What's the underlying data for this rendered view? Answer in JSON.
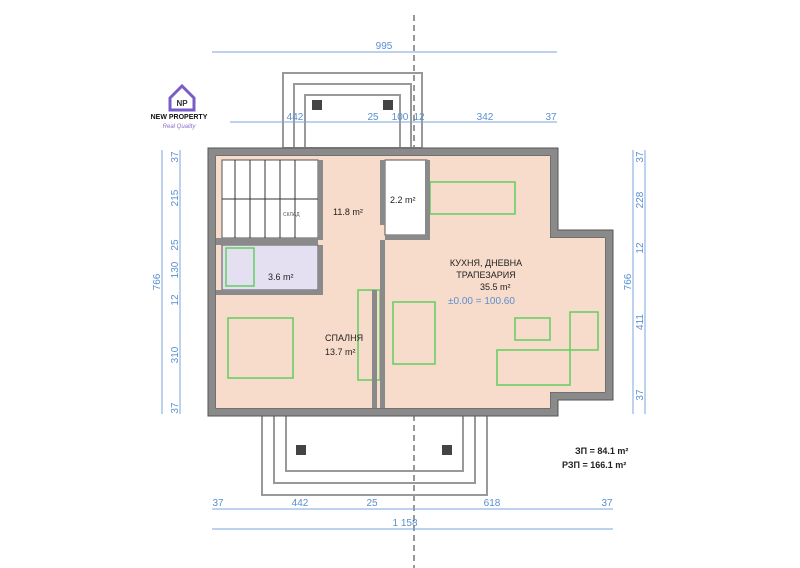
{
  "logo": {
    "name": "NEW PROPERTY",
    "tagline": "Real Quality",
    "mark": "NP",
    "color": "#7a5ec8"
  },
  "dimensions": {
    "top_total": "995",
    "top_segments": [
      "442",
      "25",
      "100",
      "12",
      "342",
      "37"
    ],
    "left_segments": [
      "37",
      "215",
      "25",
      "130",
      "12",
      "310",
      "37"
    ],
    "left_total": "766",
    "right_segments": [
      "37",
      "228",
      "12",
      "411",
      "37"
    ],
    "right_total": "766",
    "bottom_segments": [
      "37",
      "442",
      "25",
      "618",
      "37"
    ],
    "bottom_total": "1 158"
  },
  "rooms": {
    "hall": {
      "area": "11.8 m²"
    },
    "wc": {
      "area": "2.2 m²"
    },
    "bath": {
      "area": "3.6 m²"
    },
    "storage": {
      "name": "СКЛАД"
    },
    "bedroom": {
      "name": "СПАЛНЯ",
      "area": "13.7 m²"
    },
    "kitchen": {
      "name_line1": "КУХНЯ, ДНЕВНА",
      "name_line2": "ТРАПЕЗАРИЯ",
      "area": "35.5 m²",
      "level": "±0.00 = 100.60"
    }
  },
  "summary": {
    "built_area": "ЗП = 84.1 m²",
    "total_built_area": "РЗП = 166.1 m²"
  },
  "colors": {
    "room": "#f8dccb",
    "dimension": "#5b8fd0",
    "furniture": "#5fcf5f"
  }
}
